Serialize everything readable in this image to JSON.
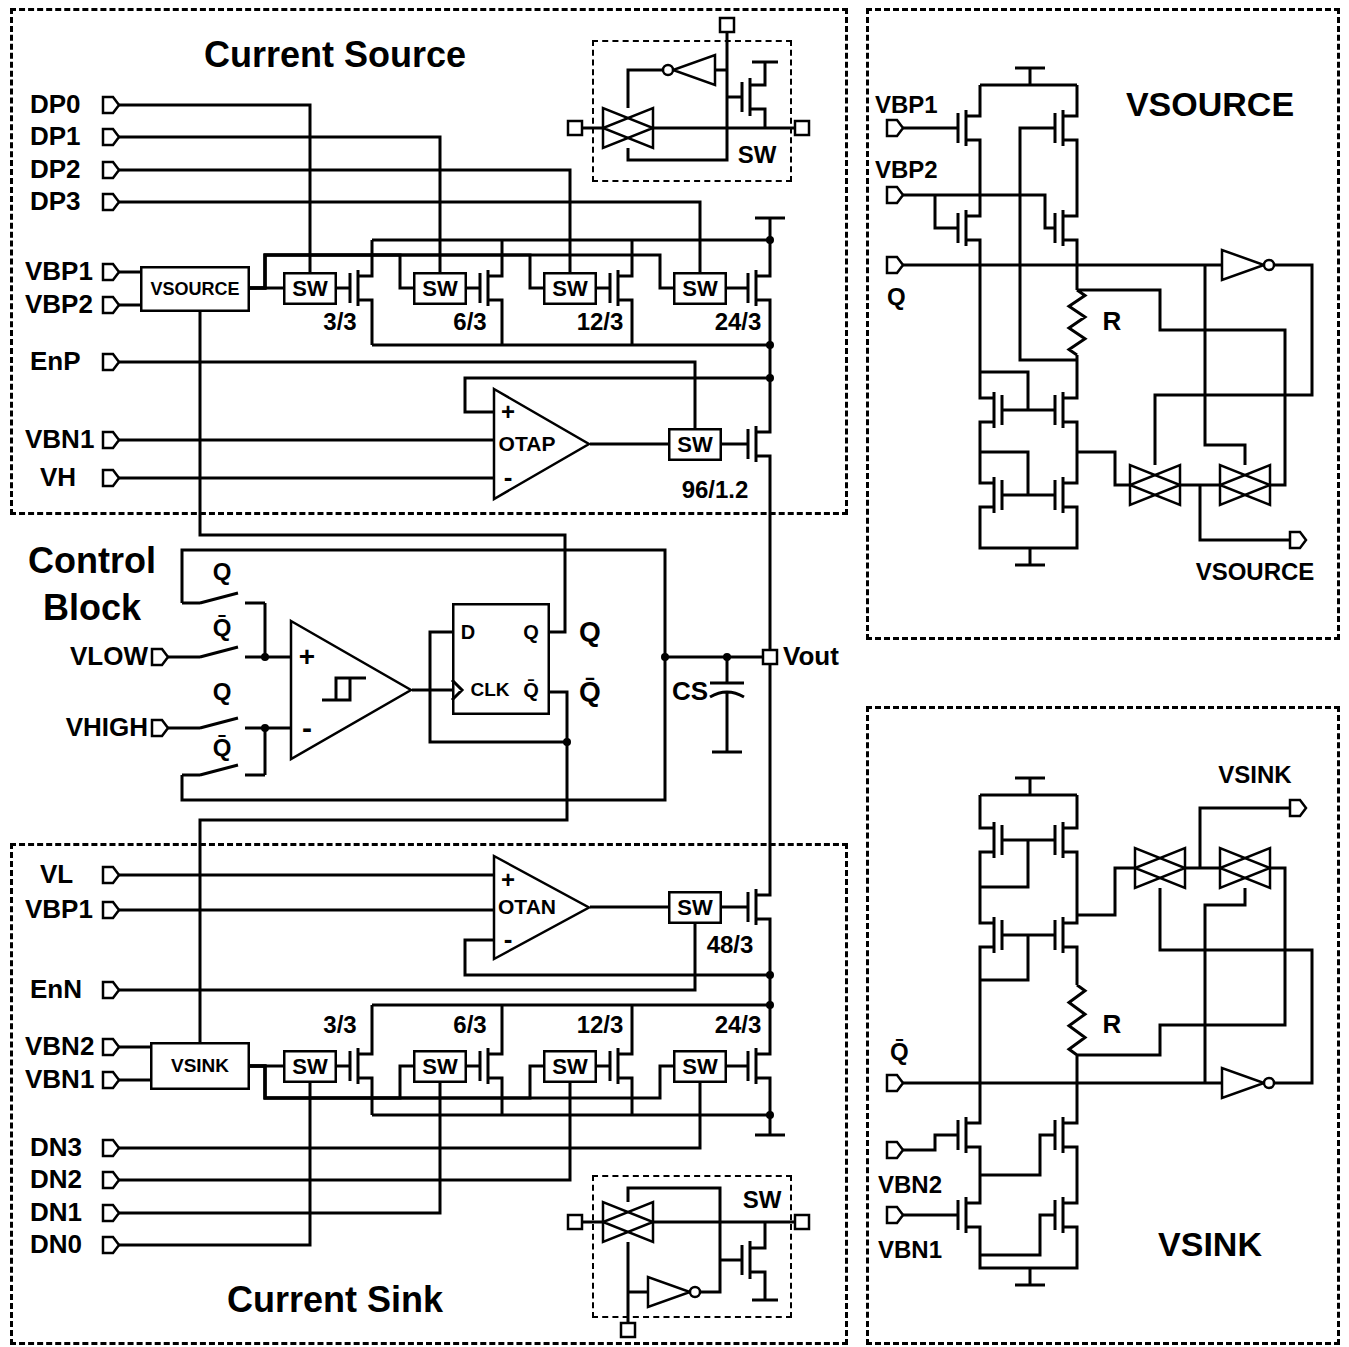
{
  "diagram": {
    "nodes": [
      {
        "text": [
          "Current Source"
        ]
      },
      {
        "text": [
          "SW"
        ],
        "in": 0
      },
      {
        "text": [
          "VSOURCE"
        ],
        "in": 0
      },
      {
        "text": [
          "SW"
        ],
        "in": 0
      },
      {
        "text": [
          "SW"
        ],
        "in": 0
      },
      {
        "text": [
          "SW"
        ],
        "in": 0
      },
      {
        "text": [
          "SW"
        ],
        "in": 0
      },
      {
        "text": [
          "+",
          "OTAP",
          "-"
        ],
        "in": 0
      },
      {
        "text": [
          "SW"
        ],
        "in": 0
      },
      {
        "text": [
          "+",
          "-"
        ]
      },
      {
        "text": [
          "D",
          "Q",
          "CLK",
          "Q̄"
        ]
      },
      {
        "text": [
          "Current Sink"
        ]
      },
      {
        "text": [
          "+",
          "OTAN",
          "-"
        ],
        "in": 11
      },
      {
        "text": [
          "SW"
        ],
        "in": 11
      },
      {
        "text": [
          "VSINK"
        ],
        "in": 11
      },
      {
        "text": [
          "SW"
        ],
        "in": 11
      },
      {
        "text": [
          "SW"
        ],
        "in": 11
      },
      {
        "text": [
          "SW"
        ],
        "in": 11
      },
      {
        "text": [
          "SW"
        ],
        "in": 11
      },
      {
        "text": [
          "SW"
        ],
        "in": 11
      },
      {
        "text": [
          "VSOURCE"
        ]
      },
      {
        "text": [
          "VSINK"
        ]
      }
    ],
    "edges": [
      {
        "from": 2,
        "to": 3,
        "arrow": "none"
      },
      {
        "from": 2,
        "to": 4,
        "arrow": "none"
      },
      {
        "from": 2,
        "to": 5,
        "arrow": "none"
      },
      {
        "from": 2,
        "to": 6,
        "arrow": "none"
      },
      {
        "from": 7,
        "to": 8,
        "arrow": "none"
      },
      {
        "from": 9,
        "to": 10,
        "arrow": "none"
      },
      {
        "from": 10,
        "to": 2,
        "arrow": "none"
      },
      {
        "from": 10,
        "to": 14,
        "arrow": "none"
      },
      {
        "from": 12,
        "to": 13,
        "arrow": "none"
      },
      {
        "from": 14,
        "to": 15,
        "arrow": "none"
      },
      {
        "from": 14,
        "to": 16,
        "arrow": "none"
      },
      {
        "from": 14,
        "to": 17,
        "arrow": "none"
      },
      {
        "from": 14,
        "to": 18,
        "arrow": "none"
      }
    ],
    "labels": [
      "DP0",
      "DP1",
      "DP2",
      "DP3",
      "VBP1",
      "VBP2",
      "EnP",
      "VBN1",
      "VH",
      "3/3",
      "6/3",
      "12/3",
      "24/3",
      "96/1.2",
      "Control Block",
      "Q",
      "Q̄",
      "VLOW",
      "Q",
      "Q̄",
      "VHIGH",
      "Q",
      "Q̄",
      "CS",
      "Vout",
      "VL",
      "VBP1",
      "EnN",
      "VBN2",
      "VBN1",
      "DN3",
      "DN2",
      "DN1",
      "DN0",
      "48/3",
      "3/3",
      "6/3",
      "12/3",
      "24/3",
      "VBP1",
      "VBP2",
      "Q",
      "R",
      "VSOURCE",
      "VSINK",
      "R",
      "Q̄",
      "VBN2",
      "VBN1"
    ]
  }
}
